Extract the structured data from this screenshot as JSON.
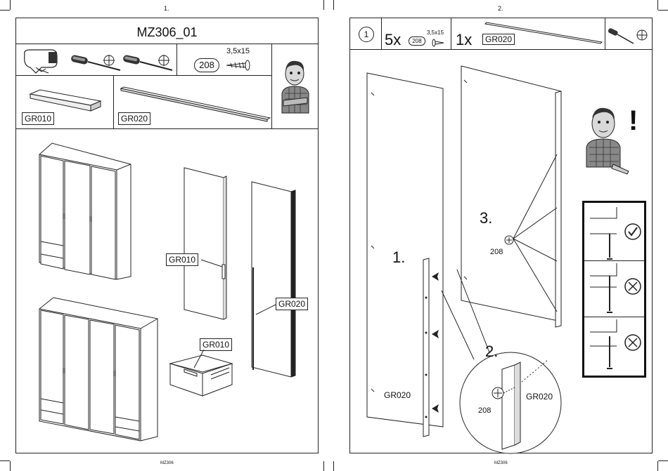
{
  "page1": {
    "page_number": "1.",
    "title": "MZ306_01",
    "screw_qty": "208",
    "screw_size": "3,5x15",
    "part_handle": "GR010",
    "part_rail": "GR020",
    "label_handle_door": "GR010",
    "label_handle_drawer": "GR010",
    "label_rail_door": "GR020",
    "footer": "MZ306"
  },
  "page2": {
    "page_number": "2.",
    "step": "1",
    "screw_count": "5x",
    "screw_code": "208",
    "screw_size": "3,5x15",
    "rail_count": "1x",
    "rail_code": "GR020",
    "step1_label": "1.",
    "step2_label": "2.",
    "step3_label": "3.",
    "rail_label_main": "GR020",
    "rail_label_detail": "GR020",
    "screw_label_step3": "208",
    "screw_label_detail": "208",
    "exclamation": "!",
    "footer": "MZ306"
  },
  "icons": [
    "glue-icon",
    "screwdriver-icon",
    "phillips-icon",
    "screw-icon",
    "check-icon",
    "cross-icon",
    "arrow-icon",
    "assembler-avatar"
  ]
}
